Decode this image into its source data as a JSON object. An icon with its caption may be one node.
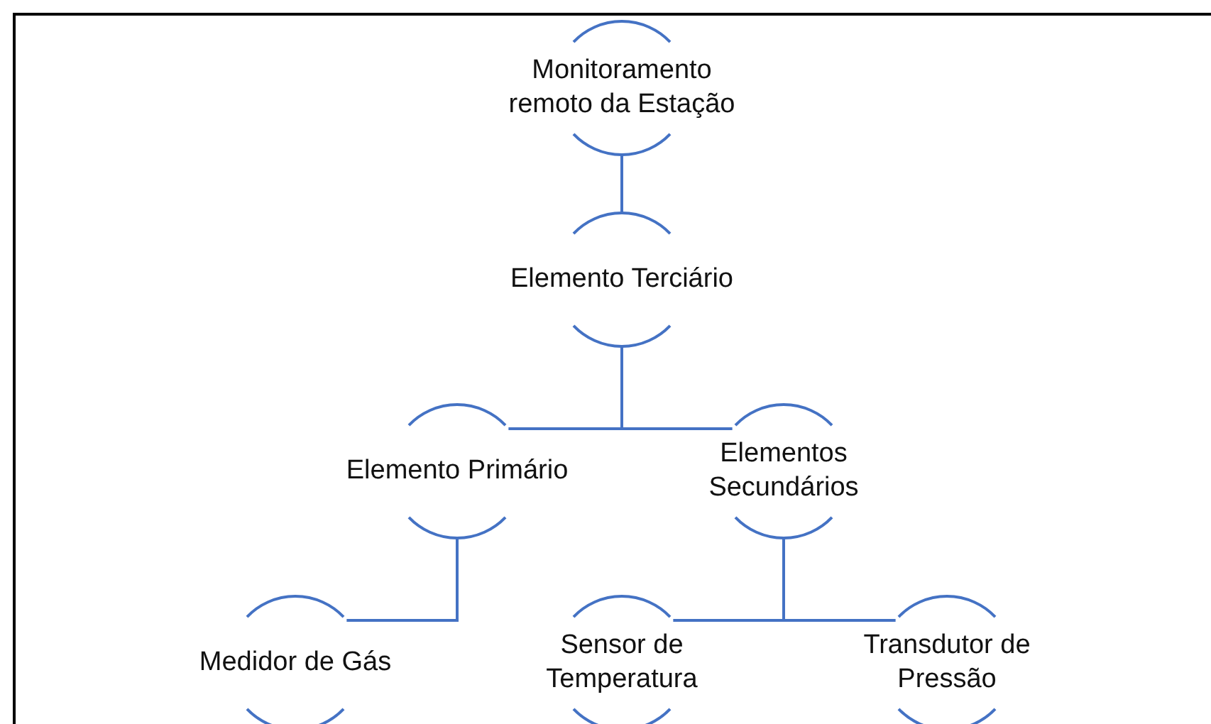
{
  "diagram": {
    "nodes": [
      {
        "text": [
          "Monitoramento remoto da Estação"
        ]
      },
      {
        "text": [
          "Elemento Terciário"
        ]
      },
      {
        "text": [
          "Elemento Primário"
        ]
      },
      {
        "text": [
          "Elementos Secundários"
        ]
      },
      {
        "text": [
          "Medidor de Gás"
        ]
      },
      {
        "text": [
          "Sensor de Temperatura"
        ]
      },
      {
        "text": [
          "Transdutor de Pressão"
        ]
      }
    ],
    "edges": [
      {
        "from": 0,
        "to": 1,
        "arrow": "none"
      },
      {
        "from": 1,
        "to": 2,
        "arrow": "none"
      },
      {
        "from": 1,
        "to": 3,
        "arrow": "none"
      },
      {
        "from": 2,
        "to": 4,
        "arrow": "none"
      },
      {
        "from": 3,
        "to": 5,
        "arrow": "none"
      },
      {
        "from": 3,
        "to": 6,
        "arrow": "none"
      }
    ]
  }
}
